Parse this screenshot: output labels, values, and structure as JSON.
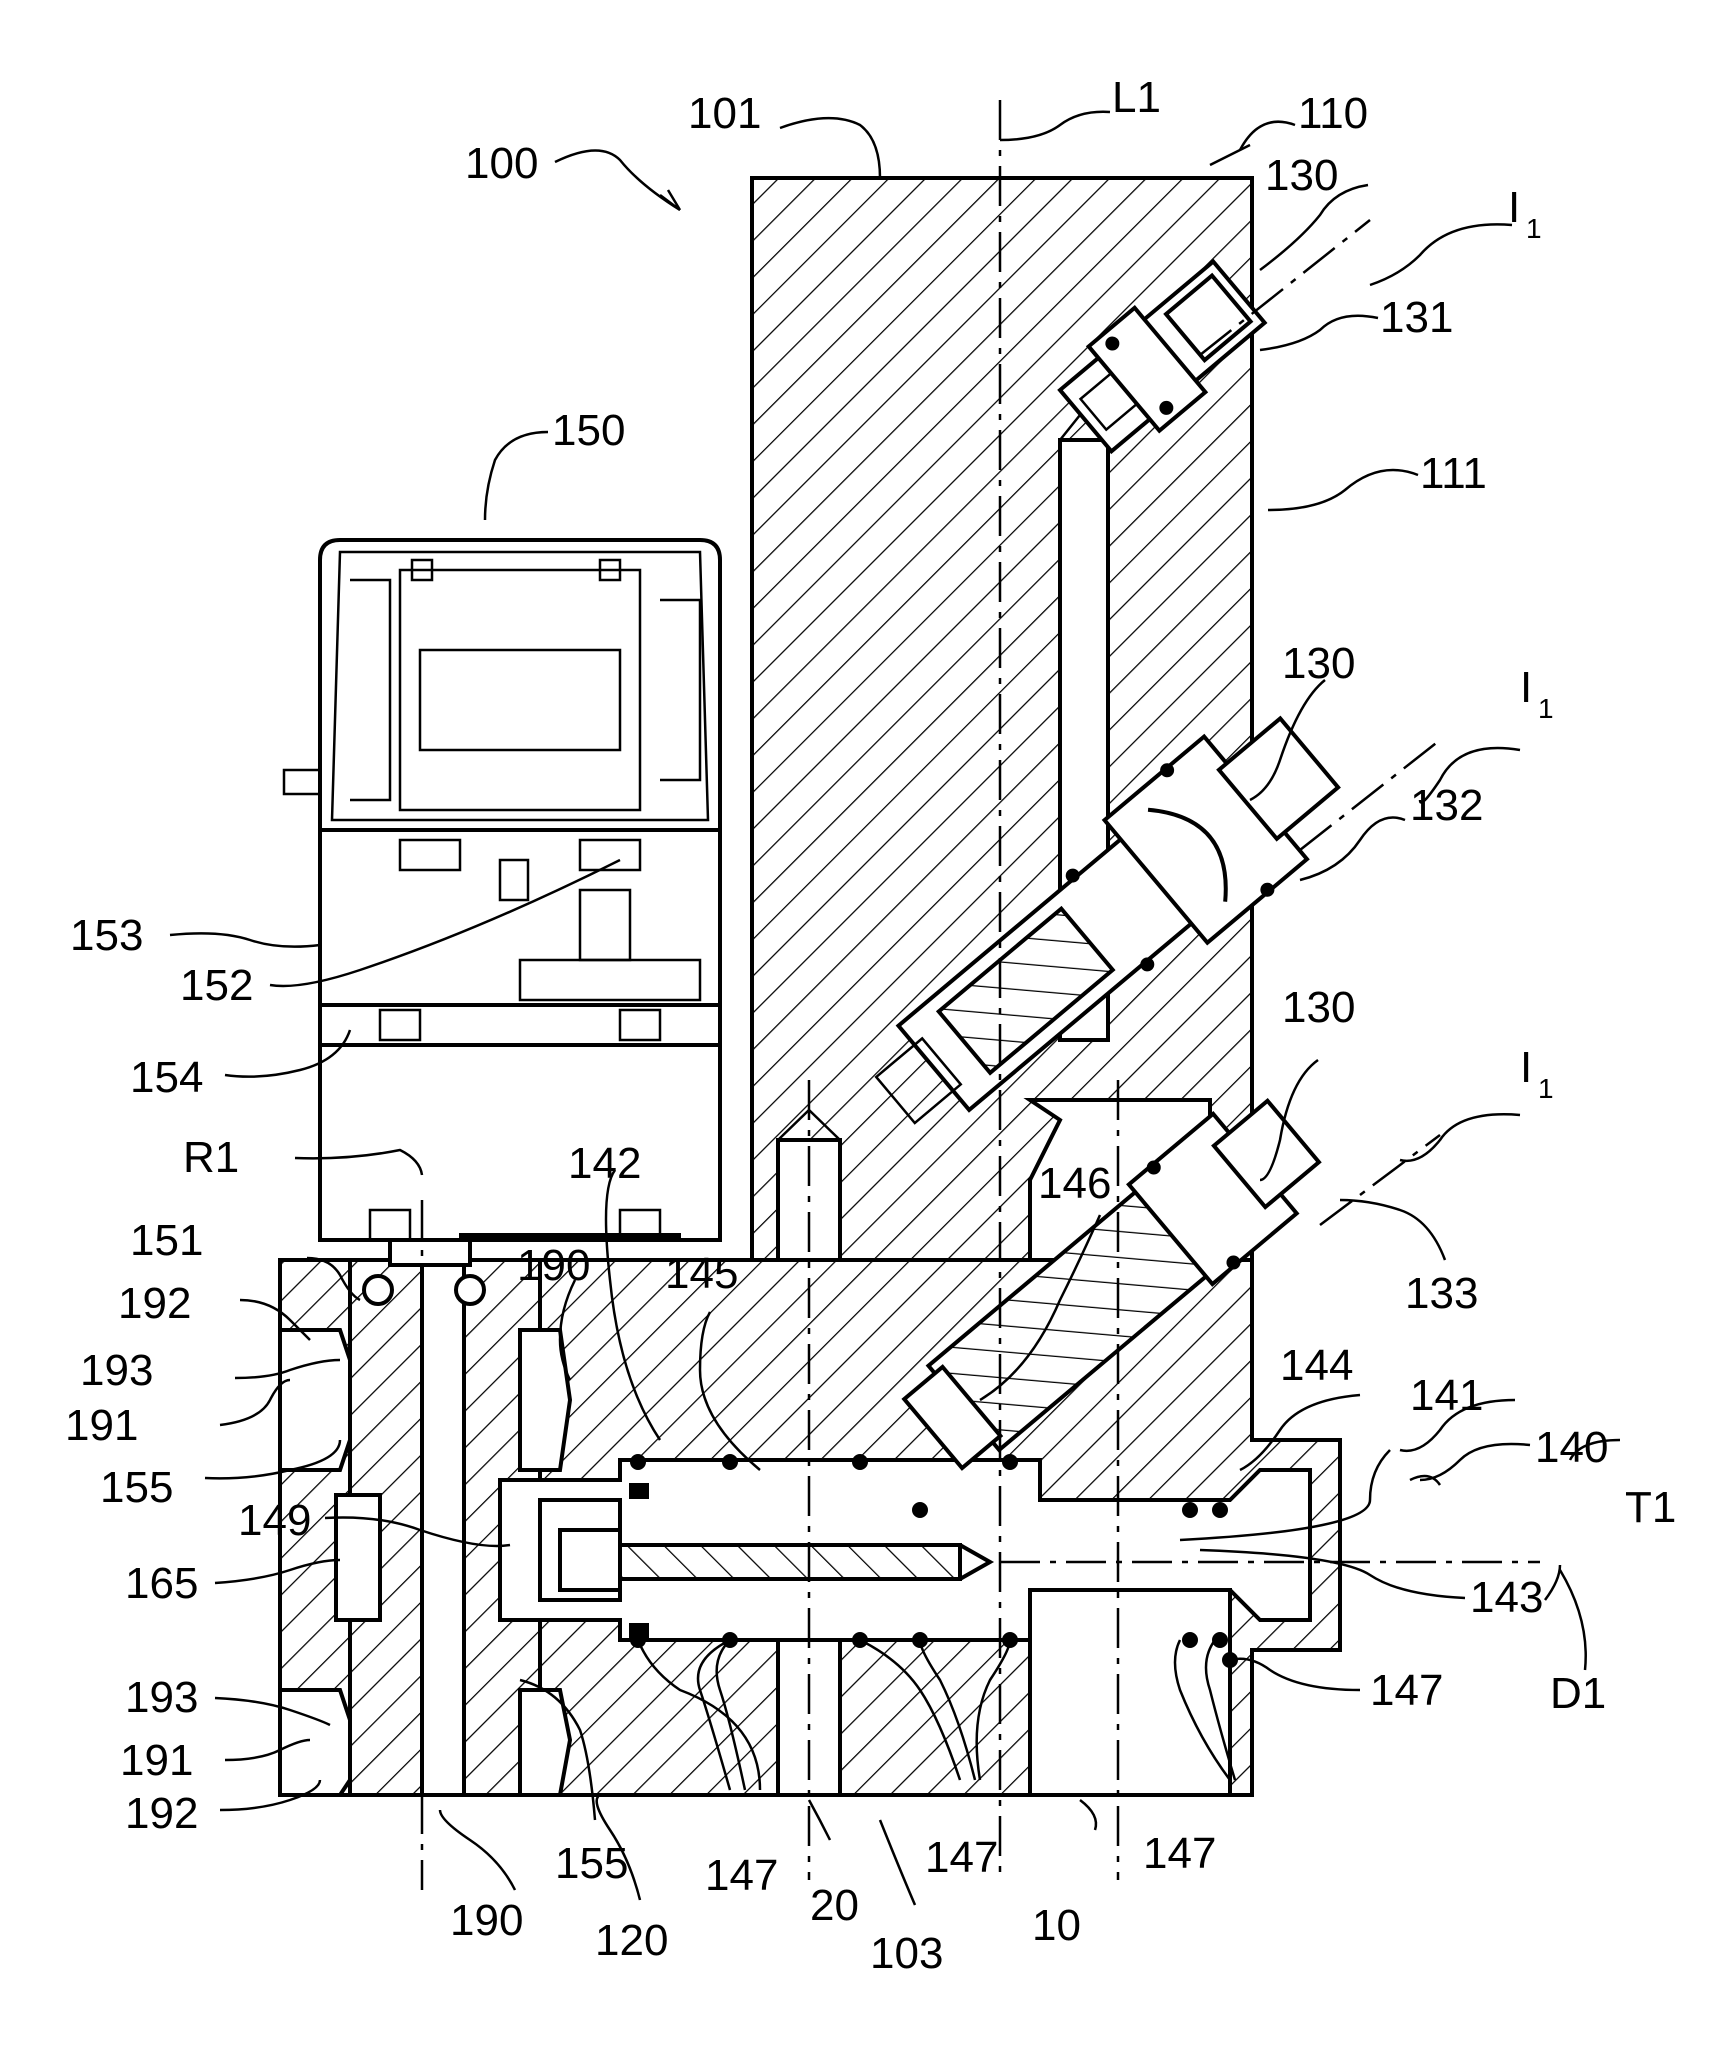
{
  "figure": {
    "labels": {
      "l100": "100",
      "l101": "101",
      "lL1": "L1",
      "l110": "110",
      "l130a": "130",
      "lI1a": "I",
      "lI1a_sub": "1",
      "l131": "131",
      "l111": "111",
      "l150": "150",
      "l130b": "130",
      "lI1b": "I",
      "lI1b_sub": "1",
      "l132": "132",
      "l153": "153",
      "l152": "152",
      "l154": "154",
      "l130c": "130",
      "lI1c": "I",
      "lI1c_sub": "1",
      "lR1": "R1",
      "l142": "142",
      "l146": "146",
      "l133": "133",
      "l151": "151",
      "l190a": "190",
      "l145": "145",
      "l192a": "192",
      "l193a": "193",
      "l191a": "191",
      "l144": "144",
      "l141": "141",
      "l140": "140",
      "l155a": "155",
      "l149": "149",
      "lT1": "T1",
      "l165": "165",
      "l143": "143",
      "l193b": "193",
      "l147a": "147",
      "lD1": "D1",
      "l191b": "191",
      "l192b": "192",
      "l155b": "155",
      "l147b": "147",
      "l147c": "147",
      "l147d": "147",
      "l190b": "190",
      "l120": "120",
      "l20": "20",
      "l103": "103",
      "l10": "10"
    }
  }
}
